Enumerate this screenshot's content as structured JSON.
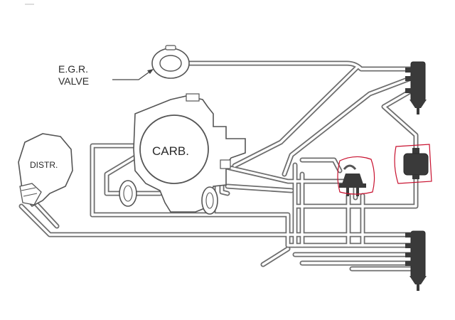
{
  "labels": {
    "egr_line1": "E.G.R.",
    "egr_line2": "VALVE",
    "carb": "CARB.",
    "distr": "DISTR."
  },
  "colors": {
    "line": "#6e6e6e",
    "component_dark": "#3a3a3a",
    "highlight": "#c8102e",
    "background": "#ffffff"
  },
  "icons": [
    "egr-valve-icon",
    "carburetor-icon",
    "distributor-icon",
    "vacuum-diaphragm-icon",
    "vacuum-tree-icon",
    "vacuum-switch-icon",
    "vacuum-canister-icon"
  ],
  "highlights": [
    "vacuum-switch",
    "vacuum-canister"
  ]
}
